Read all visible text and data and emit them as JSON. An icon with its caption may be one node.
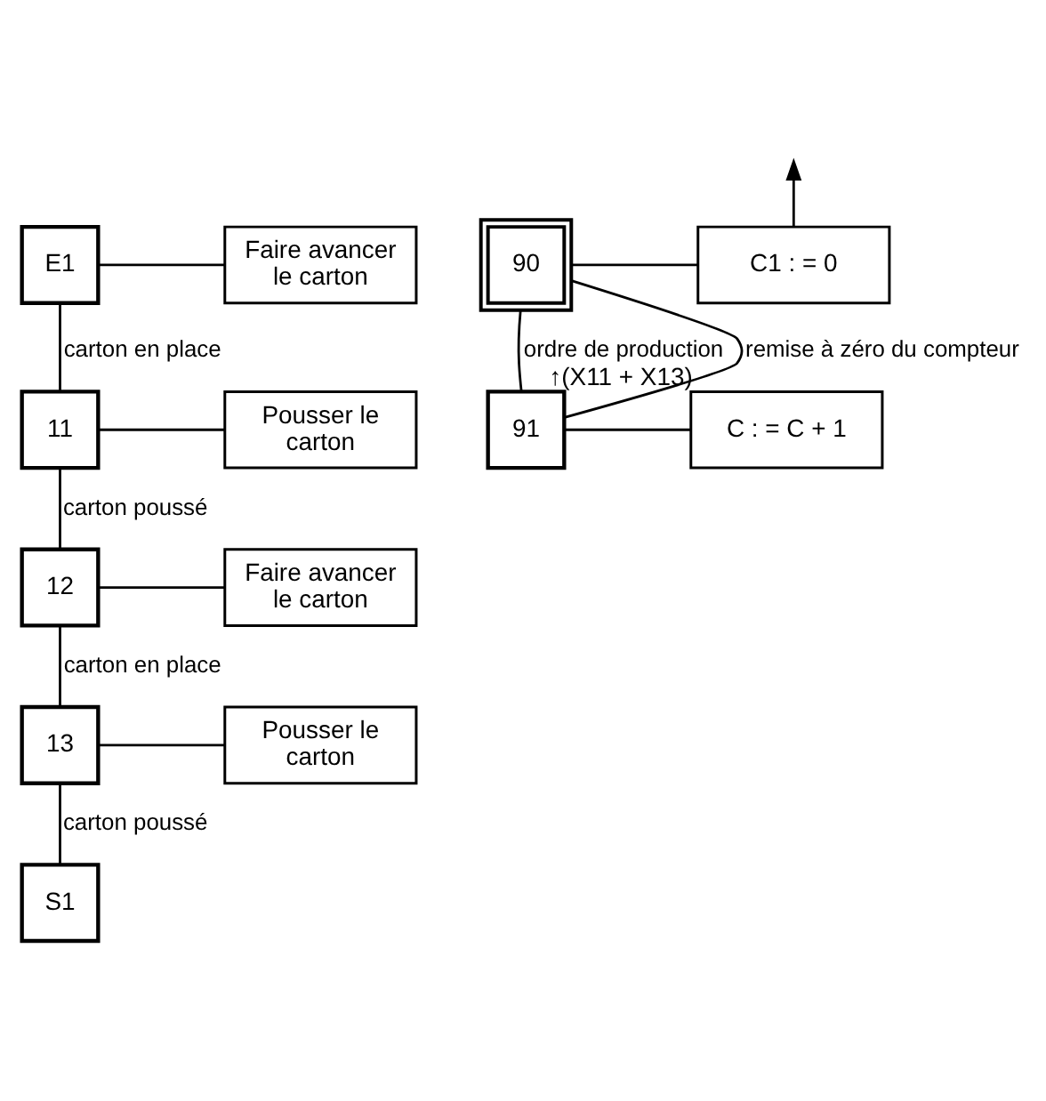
{
  "diagram": {
    "nodes": [
      {
        "text": [
          "E1"
        ]
      },
      {
        "text": [
          "Faire avancer le carton"
        ]
      },
      {
        "text": [
          "11"
        ]
      },
      {
        "text": [
          "Pousser le carton"
        ]
      },
      {
        "text": [
          "12"
        ]
      },
      {
        "text": [
          "Faire avancer le carton"
        ]
      },
      {
        "text": [
          "13"
        ]
      },
      {
        "text": [
          "Pousser le carton"
        ]
      },
      {
        "text": [
          "S1"
        ]
      },
      {
        "text": [
          "90"
        ]
      },
      {
        "text": [
          "C1 : = 0"
        ]
      },
      {
        "text": [
          "91"
        ]
      },
      {
        "text": [
          "C : = C + 1"
        ],
        "beside": [
          "↑(X11 + X13)"
        ]
      }
    ],
    "edges": [
      {
        "from": 0,
        "to": 1,
        "arrow": "none"
      },
      {
        "from": 0,
        "to": 2,
        "arrow": "none",
        "label": "carton en place"
      },
      {
        "from": 2,
        "to": 3,
        "arrow": "none"
      },
      {
        "from": 2,
        "to": 4,
        "arrow": "none",
        "label": "carton poussé"
      },
      {
        "from": 4,
        "to": 5,
        "arrow": "none"
      },
      {
        "from": 4,
        "to": 6,
        "arrow": "none",
        "label": "carton en place"
      },
      {
        "from": 6,
        "to": 7,
        "arrow": "none"
      },
      {
        "from": 6,
        "to": 8,
        "arrow": "none",
        "label": "carton poussé"
      },
      {
        "from": 9,
        "to": 10,
        "arrow": "none"
      },
      {
        "from": 10,
        "to": null,
        "arrow": "to"
      },
      {
        "from": 9,
        "to": 11,
        "arrow": "none",
        "label": "ordre de production"
      },
      {
        "from": 11,
        "to": 12,
        "arrow": "none"
      },
      {
        "from": 11,
        "to": 9,
        "arrow": "none",
        "label": "remise à zéro du compteur"
      }
    ]
  }
}
